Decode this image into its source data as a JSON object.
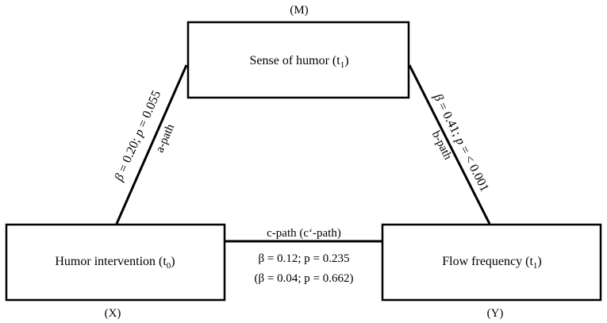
{
  "mediator": {
    "role": "(M)",
    "label": "Sense of humor (t",
    "subscript": "1",
    "label_end": ")"
  },
  "predictor": {
    "role": "(X)",
    "label": "Humor intervention (t",
    "subscript": "0",
    "label_end": ")"
  },
  "outcome": {
    "role": "(Y)",
    "label": "Flow frequency (t",
    "subscript": "1",
    "label_end": ")"
  },
  "a_path": {
    "name": "a-path",
    "beta_symbol": "β",
    "beta_value": " = 0.20; ",
    "p_symbol": "p",
    "p_value": " = 0.055"
  },
  "b_path": {
    "name": "b-path",
    "beta_symbol": "β",
    "beta_value": " = 0.41; ",
    "p_symbol": "p",
    "p_value": " = < 0.001"
  },
  "c_path": {
    "name": "c-path (c‘-path)",
    "total_effect": "β = 0.12; p = 0.235",
    "direct_effect": "(β = 0.04; p = 0.662)"
  }
}
